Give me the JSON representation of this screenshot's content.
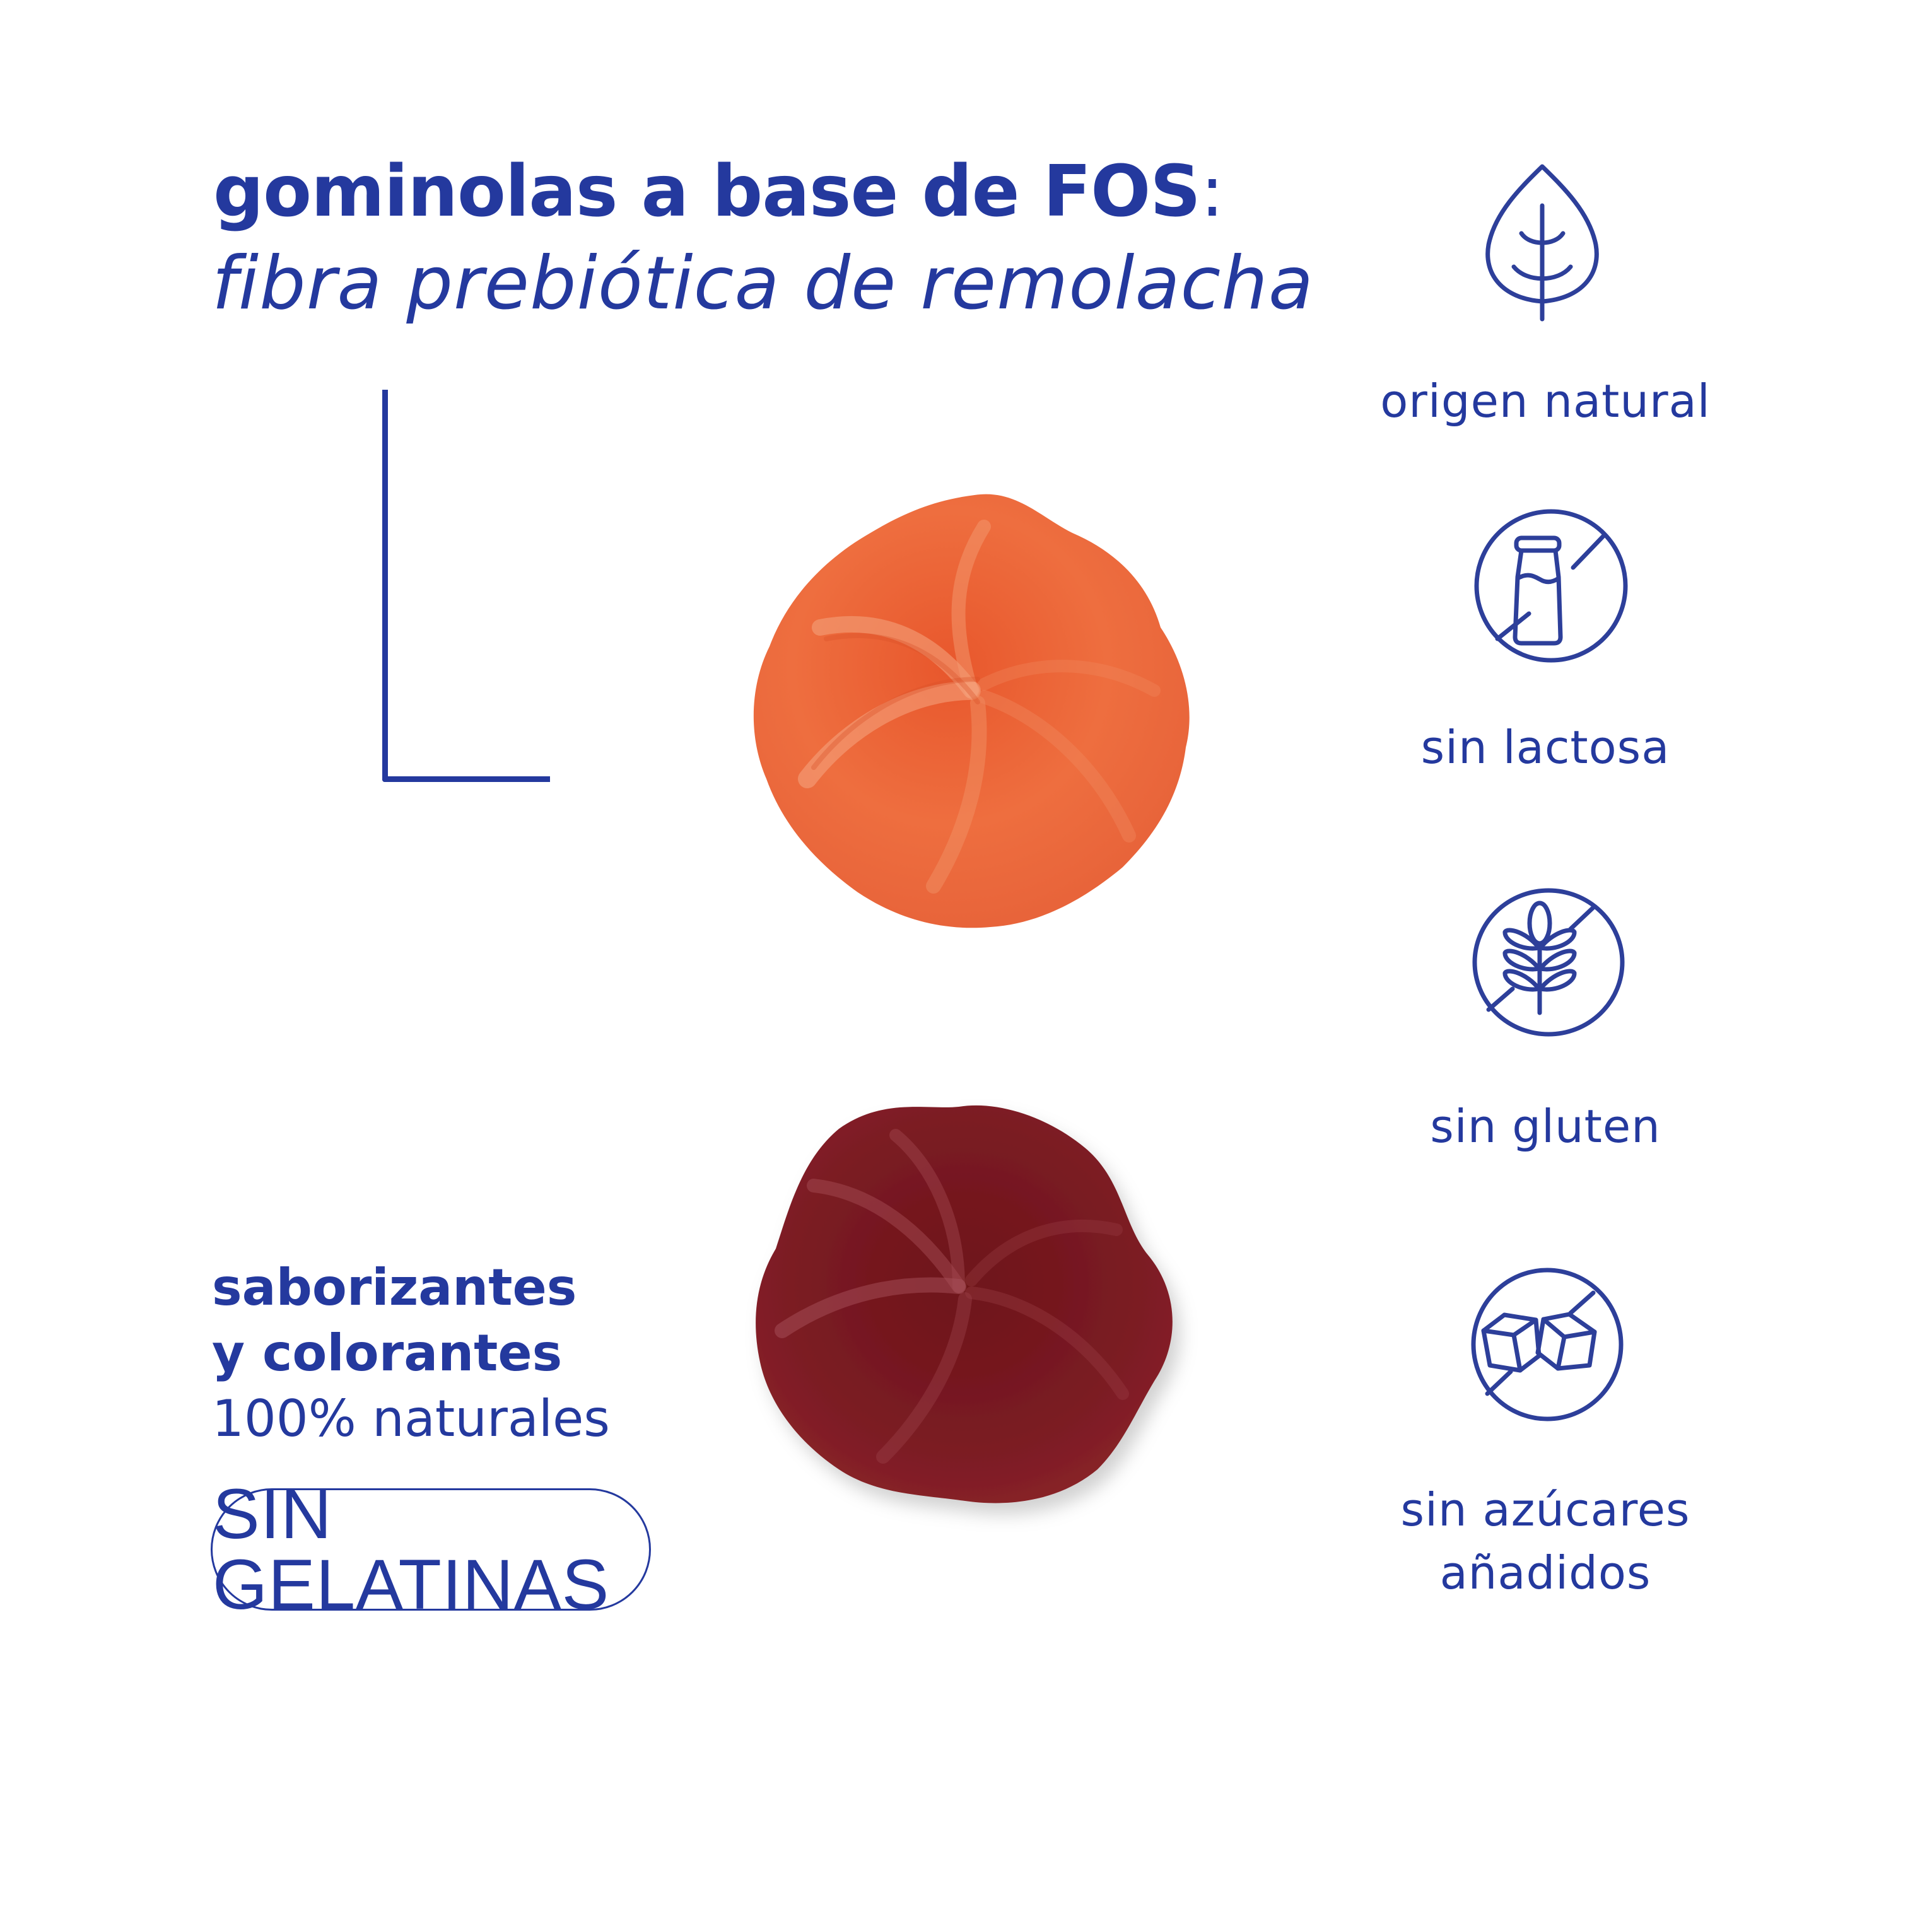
{
  "header": {
    "title_bold": "gominolas a base de FOS",
    "title_colon": ":",
    "subtitle_italic": "fibra prebiótica de remolacha"
  },
  "product": {
    "gummies": [
      {
        "name": "orange-gummy",
        "color": "#ec6a3a"
      },
      {
        "name": "red-gummy",
        "color": "#7a1a22"
      }
    ]
  },
  "left_copy": {
    "line1": "saborizantes",
    "line2": "y colorantes",
    "line3": "100% naturales",
    "badge": "SIN GELATINAS"
  },
  "features": [
    {
      "icon": "leaf-icon",
      "label_lines": [
        "origen natural"
      ]
    },
    {
      "icon": "no-milk-bottle-icon",
      "label_lines": [
        "sin lactosa"
      ]
    },
    {
      "icon": "no-wheat-icon",
      "label_lines": [
        "sin gluten"
      ]
    },
    {
      "icon": "no-sugar-cubes-icon",
      "label_lines": [
        "sin azúcares",
        "añadidos"
      ]
    }
  ],
  "colors": {
    "brand_blue": "#24399e",
    "background": "#ffffff"
  }
}
